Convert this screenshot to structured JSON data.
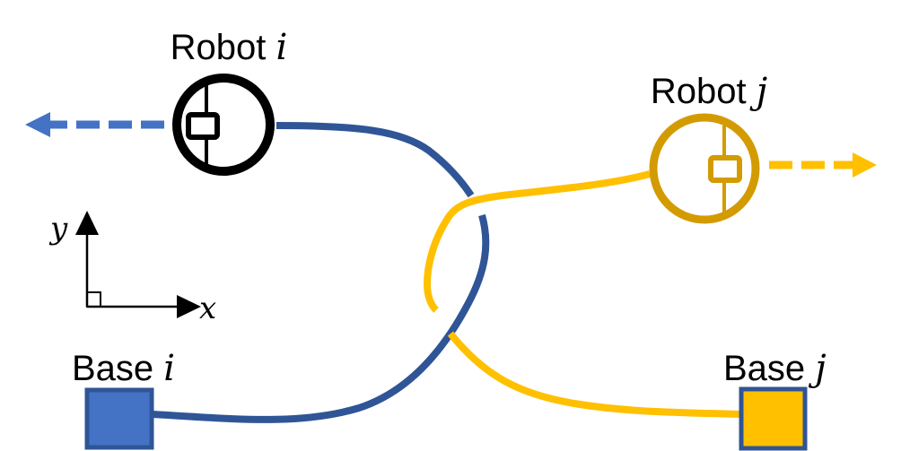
{
  "labels": {
    "robot_i": {
      "name": "Robot",
      "var": "i"
    },
    "robot_j": {
      "name": "Robot",
      "var": "j"
    },
    "base_i": {
      "name": "Base",
      "var": "i"
    },
    "base_j": {
      "name": "Base",
      "var": "j"
    },
    "axis_x": "x",
    "axis_y": "y"
  },
  "colors": {
    "robot_i_outline": "#000000",
    "robot_i_arrow": "#4472C4",
    "path_i": "#2F5597",
    "base_i_fill": "#4472C4",
    "base_stroke": "#2F5597",
    "robot_j_outline": "#D39B00",
    "robot_j_arrow": "#FFC000",
    "path_j": "#FFC000",
    "base_j_fill": "#FFC000"
  }
}
